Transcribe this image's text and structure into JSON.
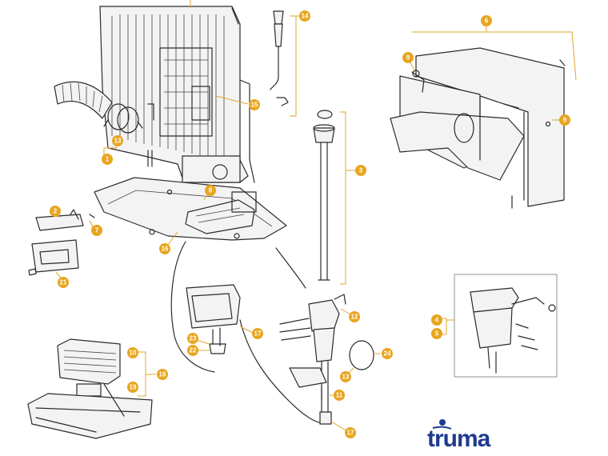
{
  "labels": {
    "c1": "1",
    "c2": "2",
    "c3": "3",
    "c4": "4",
    "c5": "5",
    "c6": "6",
    "c7": "7",
    "c8": "8",
    "c9a": "9",
    "c9b": "9",
    "c10": "10",
    "c11": "11",
    "c12": "12",
    "c13a": "13",
    "c13b": "13",
    "c14": "14",
    "c15": "15",
    "c16": "16",
    "c17a": "17",
    "c17b": "17",
    "c18": "18",
    "c19": "19",
    "c21": "21",
    "c22": "22",
    "c23": "23",
    "c24": "24"
  },
  "logo": {
    "text": "truma",
    "color": "#1f3a8f"
  },
  "colors": {
    "badge": "#e8a520",
    "line": "#2b2b2b"
  }
}
